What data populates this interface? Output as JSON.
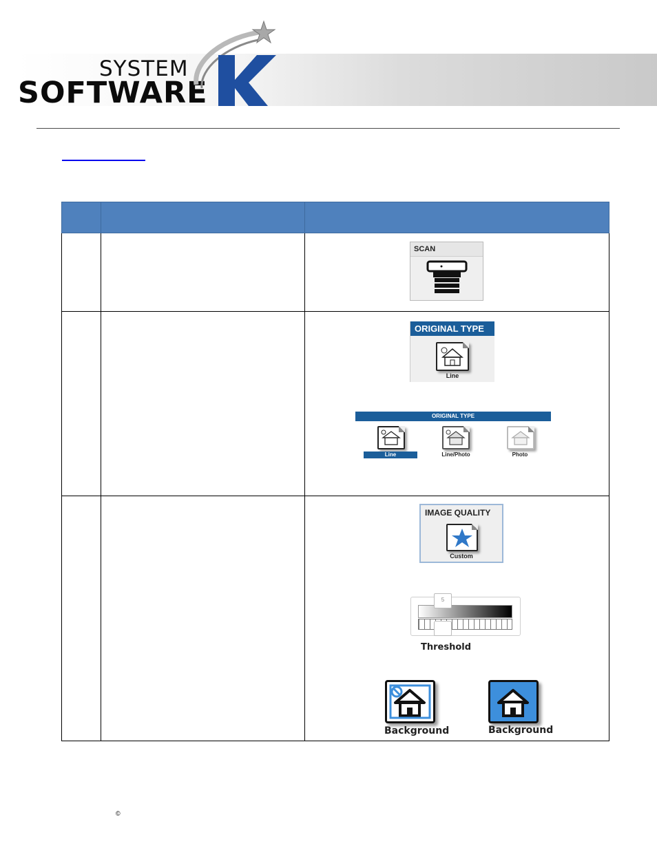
{
  "logo": {
    "line1": "SYSTEM",
    "line2": "SOFTWARE",
    "letter": "K"
  },
  "colors": {
    "table_header": "#4f81bd",
    "ui_blue": "#1b5e9a",
    "bg_active": "#3d8fdc",
    "link": "#0000ee"
  },
  "rows": {
    "scan": {
      "tile_title": "SCAN",
      "icon": "scanner-icon"
    },
    "original_type": {
      "tile_title": "ORIGINAL TYPE",
      "tile_label": "Line",
      "bar_title": "ORIGINAL TYPE",
      "options": [
        {
          "label": "Line",
          "selected": true
        },
        {
          "label": "Line/Photo",
          "selected": false
        },
        {
          "label": "Photo",
          "selected": false
        }
      ]
    },
    "image_quality": {
      "tile_title": "IMAGE QUALITY",
      "tile_label": "Custom",
      "slider_value": "5",
      "slider_label": "Threshold",
      "background_off_label": "Background",
      "background_on_label": "Background"
    }
  },
  "footer": {
    "copyright_symbol": "©"
  }
}
